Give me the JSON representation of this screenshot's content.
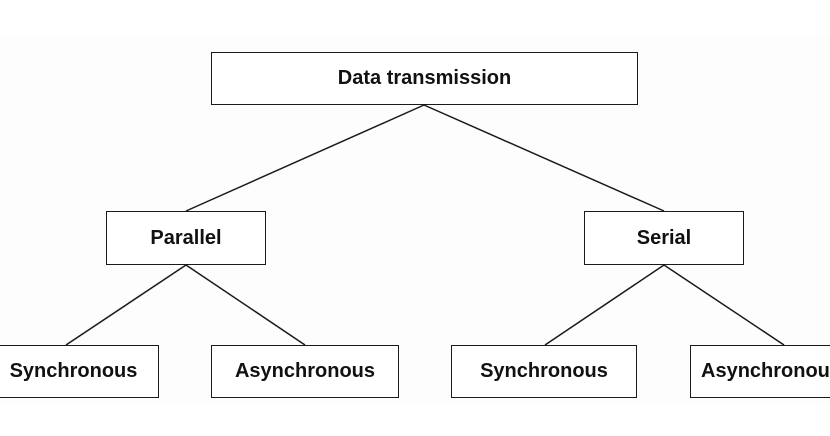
{
  "diagram": {
    "root": {
      "label": "Data transmission"
    },
    "branches": [
      {
        "label": "Parallel",
        "children": [
          {
            "label": "Synchronous"
          },
          {
            "label": "Asynchronous"
          }
        ]
      },
      {
        "label": "Serial",
        "children": [
          {
            "label": "Synchronous"
          },
          {
            "label": "Asynchronous"
          }
        ]
      }
    ]
  },
  "colors": {
    "line": "#1a1a1a",
    "text": "#111111",
    "box_fill": "#ffffff"
  }
}
